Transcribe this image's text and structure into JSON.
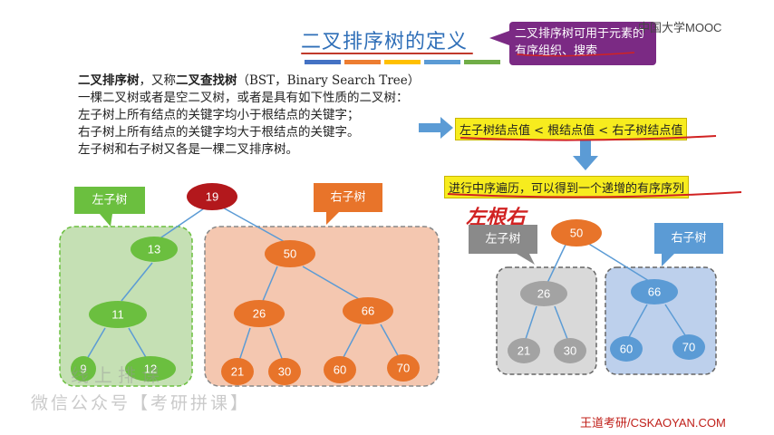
{
  "header": {
    "title": "二叉排序树的定义",
    "callout": "二叉排序树可用于元素的有序组织、搜索",
    "logo": "中国大学MOOC"
  },
  "definition": {
    "term": "二叉排序树",
    "also_called_prefix": "，又称",
    "also_called": "二叉查找树",
    "english": "（BST，Binary Search Tree）",
    "lines": [
      "一棵二叉树或者是空二叉树，或者是具有如下性质的二叉树：",
      "左子树上所有结点的关键字均小于根结点的关键字；",
      "右子树上所有结点的关键字均大于根结点的关键字。",
      "左子树和右子树又各是一棵二叉排序树。"
    ]
  },
  "rule": "左子树结点值 < 根结点值 < 右子树结点值",
  "inorder_note": "进行中序遍历，可以得到一个递增的有序序列",
  "handwritten": "左根右",
  "left_tree": {
    "left_label": "左子树",
    "right_label": "右子树",
    "root": "19",
    "left_nodes": [
      "13",
      "11",
      "9",
      "12"
    ],
    "right_nodes": [
      "50",
      "26",
      "66",
      "21",
      "30",
      "60",
      "70"
    ]
  },
  "right_tree": {
    "left_label": "左子树",
    "right_label": "右子树",
    "root": "50",
    "left_nodes": [
      "26",
      "21",
      "30"
    ],
    "right_nodes": [
      "66",
      "60",
      "70"
    ]
  },
  "watermark": {
    "line1": "线上排课",
    "line2": "微信公众号【考研拼课】"
  },
  "footer": "王道考研/CSKAOYAN.COM",
  "colors": {
    "green_node": "#6bbf3f",
    "orange_node": "#e8742a",
    "root_red": "#b3181c",
    "gray_node": "#a3a3a3",
    "blue_node": "#5b9bd5"
  }
}
